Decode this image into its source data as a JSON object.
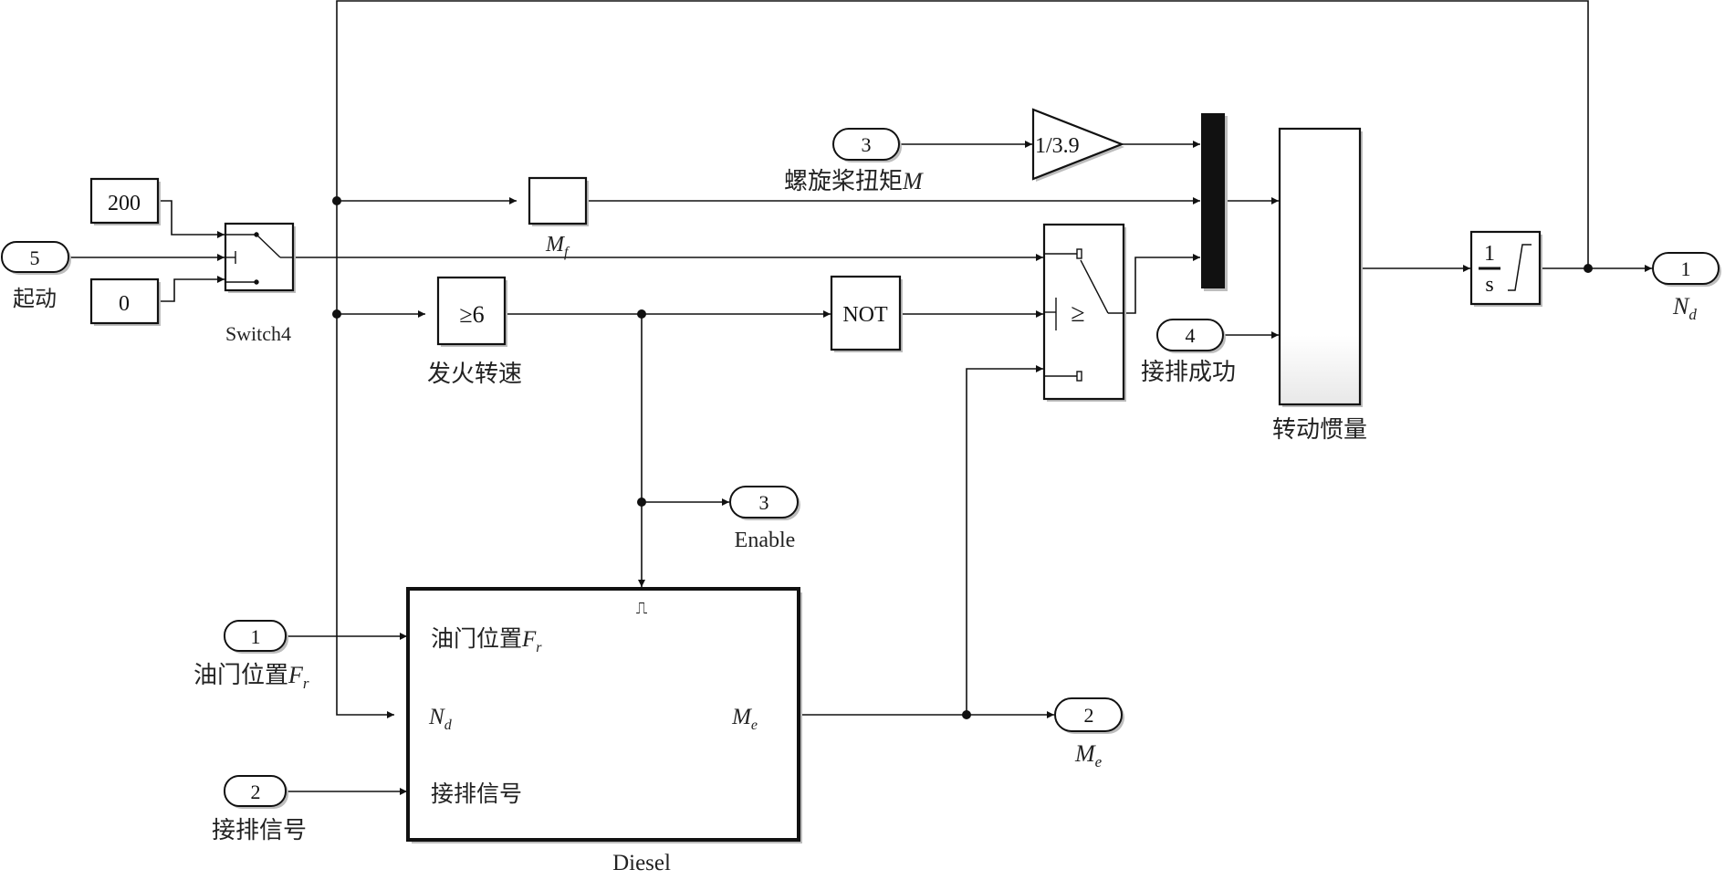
{
  "diagram": {
    "type": "simulink-block-diagram",
    "blocks": {
      "const_200": {
        "value": "200"
      },
      "const_0": {
        "value": "0"
      },
      "inport_5": {
        "number": "5",
        "label": "起动"
      },
      "switch4": {
        "label": "Switch4"
      },
      "mf_block": {
        "label_main": "M",
        "label_sub": "f"
      },
      "compare_block": {
        "text": "≥6",
        "label": "发火转速"
      },
      "not_block": {
        "text": "NOT"
      },
      "inport_3_top": {
        "number": "3",
        "label_main": "螺旋桨扭矩",
        "label_italic": "M"
      },
      "gain": {
        "text": "1/3.9"
      },
      "switch_mid": {
        "threshold_symbol": "≥"
      },
      "inport_4": {
        "number": "4",
        "label": "接排成功"
      },
      "inertia": {
        "label": "转动惯量"
      },
      "integrator": {
        "numerator": "1",
        "denominator": "s"
      },
      "outport_1": {
        "number": "1",
        "label_main": "N",
        "label_sub": "d"
      },
      "outport_3": {
        "number": "3",
        "label": "Enable"
      },
      "diesel": {
        "label": "Diesel",
        "enable_symbol": "⎍",
        "in1_main": "油门位置",
        "in1_italic": "F",
        "in1_sub": "r",
        "in2_main": "N",
        "in2_sub": "d",
        "in3": "接排信号",
        "out_main": "M",
        "out_sub": "e"
      },
      "inport_1": {
        "number": "1",
        "label_main": "油门位置",
        "label_italic": "F",
        "label_sub": "r"
      },
      "inport_2": {
        "number": "2",
        "label": "接排信号"
      },
      "outport_2": {
        "number": "2",
        "label_main": "M",
        "label_sub": "e"
      }
    }
  }
}
